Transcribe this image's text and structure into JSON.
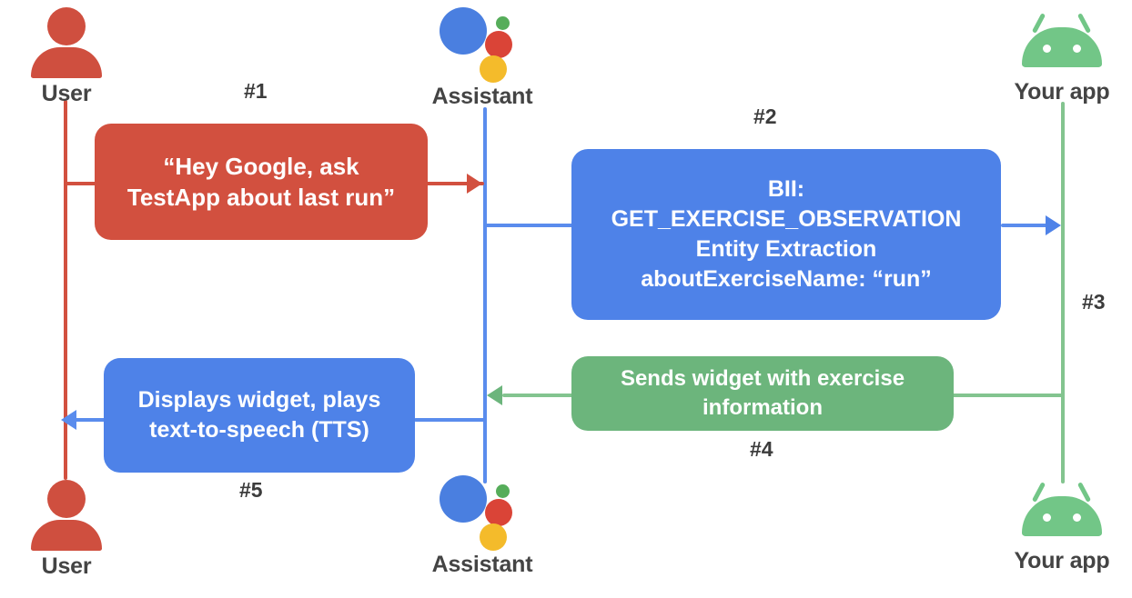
{
  "diagram": {
    "title": "Google Assistant App Actions sequence diagram",
    "colors": {
      "red": "#d2503f",
      "blue": "#4e82e8",
      "green": "#6cb57c",
      "assistant_blue": "#4a7fe0",
      "assistant_red": "#da4437",
      "assistant_yellow": "#f4bb2b",
      "assistant_green": "#56ad5a",
      "android_green": "#72c687",
      "label_gray": "#3c3c3c"
    }
  },
  "actors": {
    "user_top": {
      "label": "User",
      "icon": "user-icon"
    },
    "assistant_top": {
      "label": "Assistant",
      "icon": "google-assistant-icon"
    },
    "app_top": {
      "label": "Your app",
      "icon": "android-icon"
    },
    "user_bottom": {
      "label": "User",
      "icon": "user-icon"
    },
    "assistant_bottom": {
      "label": "Assistant",
      "icon": "google-assistant-icon"
    },
    "app_bottom": {
      "label": "Your app",
      "icon": "android-icon"
    }
  },
  "steps": {
    "s1": "#1",
    "s2": "#2",
    "s3": "#3",
    "s4": "#4",
    "s5": "#5"
  },
  "messages": {
    "m1": {
      "text": "“Hey Google, ask\nTestApp about last run”",
      "color": "red",
      "step": "#1"
    },
    "m2": {
      "text": "BII:\nGET_EXERCISE_OBSERVATION\nEntity Extraction\naboutExerciseName: “run”",
      "color": "blue",
      "step": "#2"
    },
    "m4": {
      "text": "Sends widget with exercise\ninformation",
      "color": "green",
      "step": "#4"
    },
    "m5": {
      "text": "Displays widget, plays\ntext-to-speech (TTS)",
      "color": "blue",
      "step": "#5"
    }
  }
}
